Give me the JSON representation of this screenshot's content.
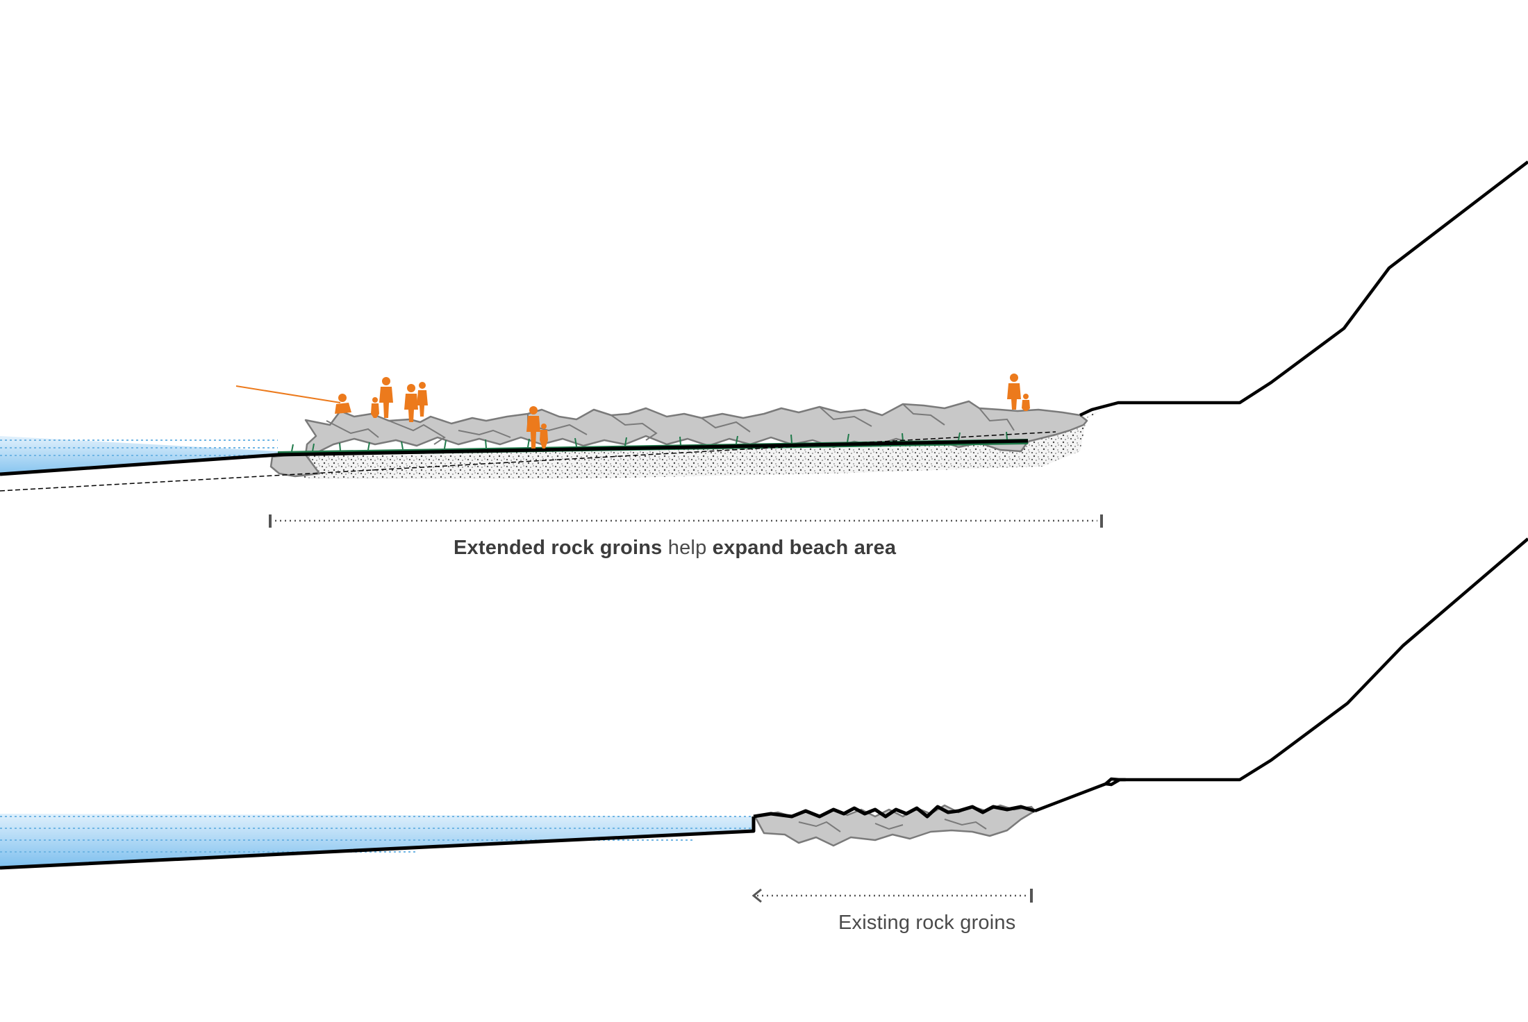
{
  "top_section": {
    "caption": {
      "part1_bold": "Extended rock groins",
      "part2": " help ",
      "part3_bold": "expand beach area"
    }
  },
  "bottom_section": {
    "caption": "Existing rock groins"
  },
  "colors": {
    "water_light": "#d6ecfb",
    "water_dark": "#7fc1ee",
    "water_dots": "#6fb5e4",
    "rock_fill": "#c8c8c8",
    "rock_stroke": "#7a7a7a",
    "grass": "#1f7a4a",
    "people": "#ec7a1c",
    "ground_line": "#000000",
    "dimension_line": "#555555",
    "text": "#4a4a4a"
  }
}
